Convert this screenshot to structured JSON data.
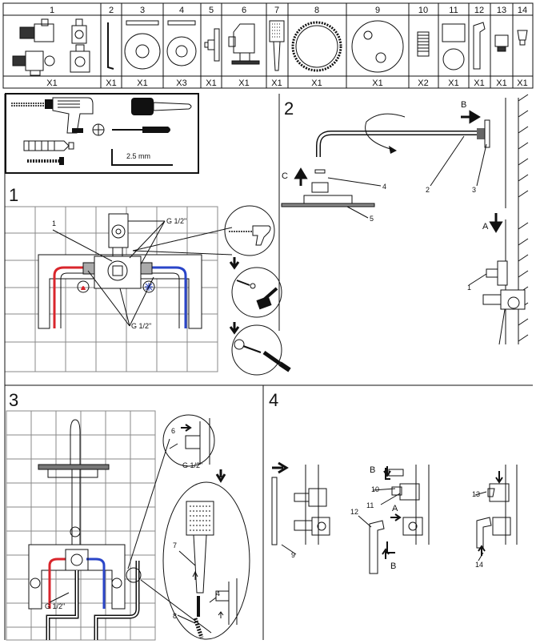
{
  "parts_table": {
    "numbers": [
      "1",
      "2",
      "3",
      "4",
      "5",
      "6",
      "7",
      "8",
      "9",
      "10",
      "11",
      "12",
      "13",
      "14"
    ],
    "quantities": [
      "X1",
      "X1",
      "X1",
      "X3",
      "X1",
      "X1",
      "X1",
      "X1",
      "X1",
      "X2",
      "X1",
      "X1",
      "X1",
      "X1"
    ]
  },
  "tools": {
    "hex_key_label": "2.5 mm"
  },
  "steps": {
    "s1": "1",
    "s2": "2",
    "s3": "3",
    "s4": "4"
  },
  "step1": {
    "callout_1": "1",
    "thread_top": "G 1/2\"",
    "thread_bottom": "G 1/2\""
  },
  "step2": {
    "arrow_b": "B",
    "arrow_c": "C",
    "arrow_a": "A",
    "c4": "4",
    "c5": "5",
    "c2": "2",
    "c3": "3",
    "c1": "1"
  },
  "step3": {
    "c6": "6",
    "thread_detail": "G 1/2\"",
    "thread_main": "G 1/2\"",
    "c7": "7",
    "c4": "4",
    "c8": "8"
  },
  "step4": {
    "c9": "9",
    "b": "B",
    "c10": "10",
    "c11": "11",
    "a": "A",
    "c12": "12",
    "b2": "B",
    "c13": "13",
    "c14": "14"
  },
  "colors": {
    "hot": "#d9262c",
    "cold": "#2a45c8",
    "line": "#111111"
  }
}
